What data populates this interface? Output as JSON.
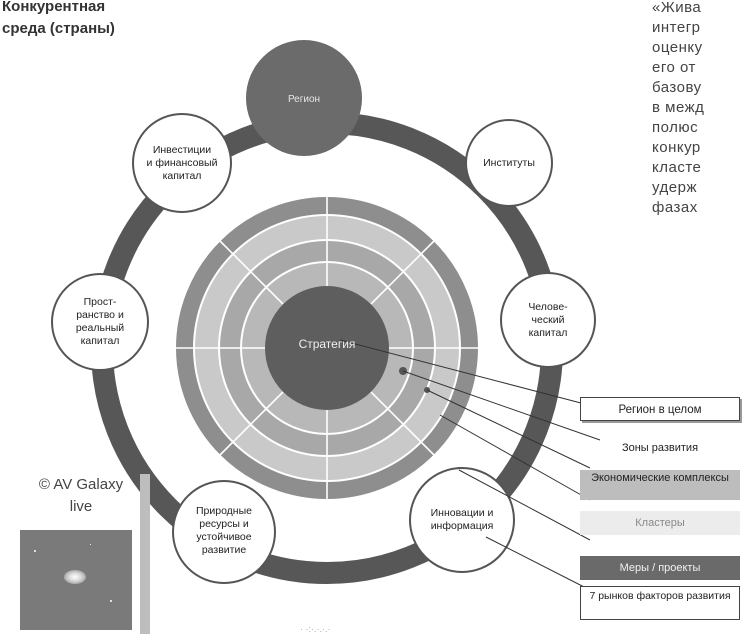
{
  "title": {
    "line1": "Конкурентная",
    "line2": "среда (страны)"
  },
  "side_text": [
    "«Жива",
    "интегр",
    "оценку",
    "его от",
    "базову",
    "в межд",
    "полюс",
    "конкур",
    "класте",
    "удерж",
    "фазах"
  ],
  "center": {
    "strategy": "Стратегия",
    "top_region": "Регион"
  },
  "factors": [
    {
      "id": "investments",
      "lines": [
        "Инвестиции",
        "и финансовый",
        "капитал"
      ]
    },
    {
      "id": "institutes",
      "lines": [
        "Институты"
      ]
    },
    {
      "id": "human-capital",
      "lines": [
        "Челове-",
        "ческий",
        "капитал"
      ]
    },
    {
      "id": "innovation",
      "lines": [
        "Инновации и",
        "информация"
      ]
    },
    {
      "id": "natural-resources",
      "lines": [
        "Природные",
        "ресурсы и",
        "устойчивое",
        "развитие"
      ]
    },
    {
      "id": "space",
      "lines": [
        "Прост-",
        "ранство и",
        "реальный",
        "капитал"
      ]
    }
  ],
  "legend": [
    {
      "id": "region-whole",
      "label": "Регион в целом",
      "bg": "#ffffff",
      "fg": "#222222"
    },
    {
      "id": "zones",
      "label": "Зоны развития",
      "bg": "#ffffff",
      "fg": "#222222"
    },
    {
      "id": "complexes",
      "label": "Экономические комплексы",
      "bg": "#bdbdbd",
      "fg": "#222222"
    },
    {
      "id": "clusters",
      "label": "Кластеры",
      "bg": "#ececec",
      "fg": "#888888"
    },
    {
      "id": "measures",
      "label": "Меры / проекты",
      "bg": "#6a6a6a",
      "fg": "#f2f2f2"
    },
    {
      "id": "markets",
      "label": "7 рынков факторов развития",
      "bg": "#ffffff",
      "fg": "#222222"
    }
  ],
  "copyright": {
    "line1": "© AV Galaxy",
    "line2": "live"
  },
  "footnote": "· ·:·.·.·.·",
  "colors": {
    "outer_ring": "#575757",
    "ring_complexes": "#a8a8a8",
    "ring_clusters": "#c9c9c9",
    "ring_measures": "#8e8e8e",
    "ring_zones": "#b8b8b8",
    "core": "#5e5e5e",
    "top_region": "#6b6b6b"
  }
}
